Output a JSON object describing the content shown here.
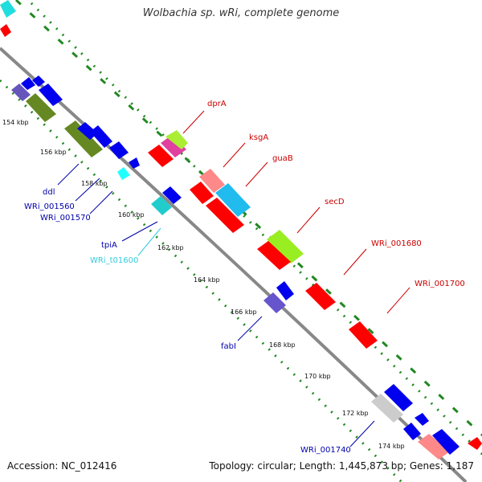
{
  "title": "Wolbachia sp. wRi, complete genome",
  "accession": "Accession: NC_012416",
  "topology": "Topology: circular; Length: 1,445,873 bp; Genes: 1,187",
  "ticks": [
    "154 kbp",
    "156 kbp",
    "158 kbp",
    "160 kbp",
    "162 kbp",
    "164 kbp",
    "166 kbp",
    "168 kbp",
    "170 kbp",
    "172 kbp",
    "174 kbp"
  ],
  "labels_forward": [
    "dprA",
    "ksgA",
    "guaB",
    "secD",
    "WRi_001680",
    "WRi_001700"
  ],
  "labels_reverse": [
    "ddl",
    "WRi_001560",
    "WRi_001570",
    "tpiA",
    "WRi_t01600",
    "fabI",
    "WRi_001740"
  ],
  "colors": {
    "forward_gene": "#ff0000",
    "reverse_gene": "#0000ee",
    "forward_label": "#cc0000",
    "reverse_label": "#0000aa",
    "trna_label": "#33ccdd",
    "backbone": "#888888",
    "dotted_track": "#228822"
  }
}
